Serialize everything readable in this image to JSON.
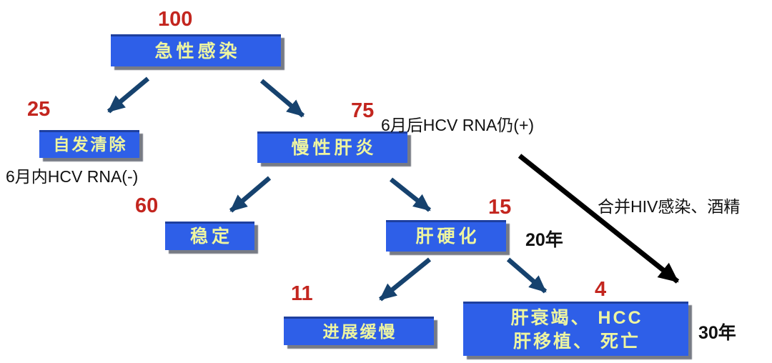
{
  "diagram": {
    "description": "HCV infection natural history flowchart",
    "palette": {
      "box_fill": "#2e5fe8",
      "box_text_yellow": "#eef5a0",
      "value_red": "#c3261f",
      "arrow_navy": "#16426e",
      "arrow_black": "#000000",
      "note_black": "#111111"
    },
    "nodes": [
      {
        "id": "acute-infection",
        "label": "急性感染",
        "value": "100"
      },
      {
        "id": "spontaneous-clearance",
        "label": "自发清除",
        "value": "25",
        "note": "6月内HCV RNA(-)"
      },
      {
        "id": "chronic-hepatitis",
        "label": "慢性肝炎",
        "value": "75",
        "note": "6月后HCV RNA仍(+)"
      },
      {
        "id": "stable",
        "label": "稳定",
        "value": "60"
      },
      {
        "id": "cirrhosis",
        "label": "肝硬化",
        "value": "15",
        "timeline": "20年"
      },
      {
        "id": "slow-progression",
        "label": "进展缓慢",
        "value": "11"
      },
      {
        "id": "liver-failure",
        "label_line1": "肝衰竭、 HCC",
        "label_line2": "肝移植、 死亡",
        "value": "4",
        "timeline": "30年"
      }
    ],
    "annotations": {
      "hiv_alcohol": "合并HIV感染、酒精"
    },
    "edges": [
      {
        "from": "急性感染",
        "to": "自发清除"
      },
      {
        "from": "急性感染",
        "to": "慢性肝炎"
      },
      {
        "from": "慢性肝炎",
        "to": "稳定"
      },
      {
        "from": "慢性肝炎",
        "to": "肝硬化"
      },
      {
        "from": "肝硬化",
        "to": "进展缓慢"
      },
      {
        "from": "肝硬化",
        "to": "肝衰竭、HCC 肝移植、死亡"
      },
      {
        "from": "慢性肝炎",
        "to": "肝衰竭、HCC 肝移植、死亡",
        "label": "合并HIV感染、酒精"
      }
    ]
  }
}
